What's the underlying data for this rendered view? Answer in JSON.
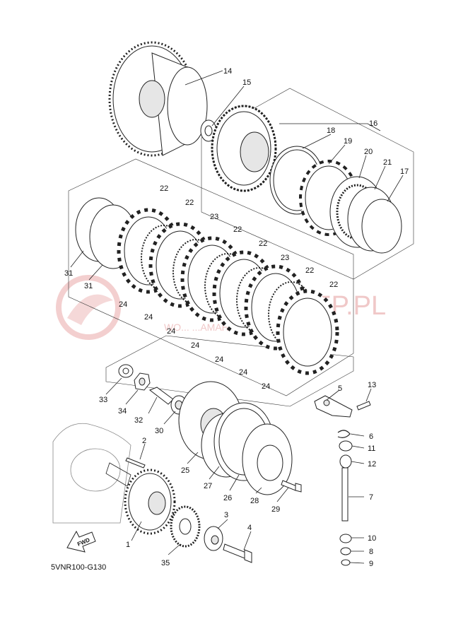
{
  "diagram": {
    "code": "5VNR100-G130",
    "fwd_label": "FWD",
    "watermark": {
      "brand_text": "M...EP.PL",
      "tagline": "WO... ...AMAHA"
    },
    "callouts": [
      {
        "id": "c1",
        "text": "1"
      },
      {
        "id": "c2",
        "text": "2"
      },
      {
        "id": "c3",
        "text": "3"
      },
      {
        "id": "c4",
        "text": "4"
      },
      {
        "id": "c5",
        "text": "5"
      },
      {
        "id": "c6",
        "text": "6"
      },
      {
        "id": "c7",
        "text": "7"
      },
      {
        "id": "c8",
        "text": "8"
      },
      {
        "id": "c9",
        "text": "9"
      },
      {
        "id": "c10",
        "text": "10"
      },
      {
        "id": "c11",
        "text": "11"
      },
      {
        "id": "c12",
        "text": "12"
      },
      {
        "id": "c13",
        "text": "13"
      },
      {
        "id": "c14",
        "text": "14"
      },
      {
        "id": "c15",
        "text": "15"
      },
      {
        "id": "c16",
        "text": "16"
      },
      {
        "id": "c17",
        "text": "17"
      },
      {
        "id": "c18",
        "text": "18"
      },
      {
        "id": "c19",
        "text": "19"
      },
      {
        "id": "c20",
        "text": "20"
      },
      {
        "id": "c21",
        "text": "21"
      },
      {
        "id": "c22a",
        "text": "22"
      },
      {
        "id": "c22b",
        "text": "22"
      },
      {
        "id": "c22c",
        "text": "22"
      },
      {
        "id": "c22d",
        "text": "22"
      },
      {
        "id": "c22e",
        "text": "22"
      },
      {
        "id": "c22f",
        "text": "22"
      },
      {
        "id": "c23a",
        "text": "23"
      },
      {
        "id": "c23b",
        "text": "23"
      },
      {
        "id": "c24a",
        "text": "24"
      },
      {
        "id": "c24b",
        "text": "24"
      },
      {
        "id": "c24c",
        "text": "24"
      },
      {
        "id": "c24d",
        "text": "24"
      },
      {
        "id": "c24e",
        "text": "24"
      },
      {
        "id": "c24f",
        "text": "24"
      },
      {
        "id": "c24g",
        "text": "24"
      },
      {
        "id": "c25",
        "text": "25"
      },
      {
        "id": "c26",
        "text": "26"
      },
      {
        "id": "c27",
        "text": "27"
      },
      {
        "id": "c28",
        "text": "28"
      },
      {
        "id": "c29",
        "text": "29"
      },
      {
        "id": "c30",
        "text": "30"
      },
      {
        "id": "c31a",
        "text": "31"
      },
      {
        "id": "c31b",
        "text": "31"
      },
      {
        "id": "c32",
        "text": "32"
      },
      {
        "id": "c33",
        "text": "33"
      },
      {
        "id": "c34",
        "text": "34"
      },
      {
        "id": "c35",
        "text": "35"
      }
    ]
  }
}
